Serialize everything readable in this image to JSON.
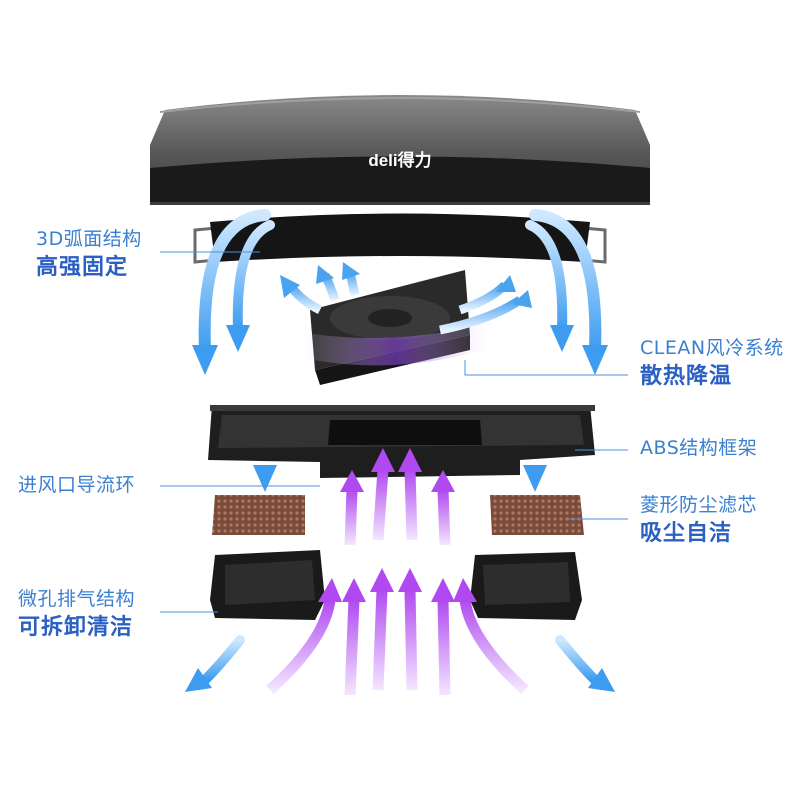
{
  "brand": {
    "logo_text": "deli得力"
  },
  "callouts": {
    "arc_structure": {
      "line1": "3D弧面结构",
      "line2": "高强固定"
    },
    "clean_cooling": {
      "line1": "CLEAN风冷系统",
      "line2": "散热降温"
    },
    "abs_frame": {
      "line1": "ABS结构框架"
    },
    "intake_ring": {
      "line1": "进风口导流环"
    },
    "filter": {
      "line1": "菱形防尘滤芯",
      "line2": "吸尘自洁"
    },
    "exhaust": {
      "line1": "微孔排气结构",
      "line2": "可拆卸清洁"
    }
  },
  "colors": {
    "label_thin": "#3a7fd0",
    "label_bold": "#2a5fc4",
    "cool_arrow": "#4aa3f0",
    "warm_arrow": "#b04af0",
    "shell": "#4a4a4a",
    "frame": "#1e1e1e"
  }
}
